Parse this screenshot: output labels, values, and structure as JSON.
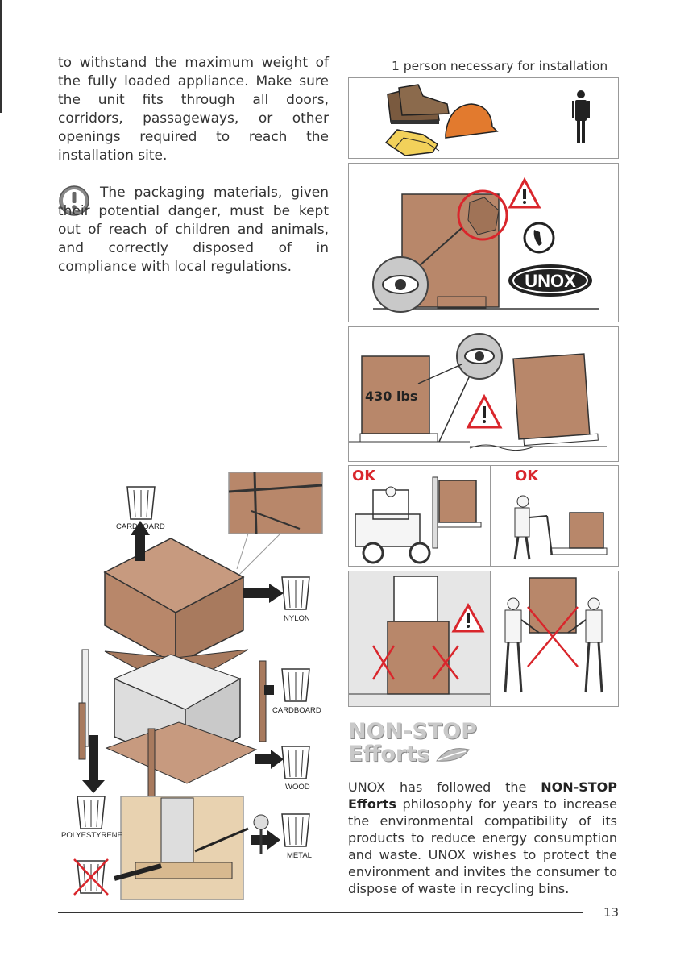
{
  "left_column": {
    "para1": "to withstand the maximum weight of the fully loaded appliance. Make sure the unit fits through all doors, corridors, passageways, or other openings required to reach the installation site.",
    "warning_text": "The packaging materials, given their potential danger, must be kept out of reach of children and animals, and correctly disposed of in compliance with local regulations."
  },
  "right_column": {
    "caption": "1 person necessary for installation",
    "weight_label": "430 lbs",
    "ok1": "OK",
    "ok2": "OK",
    "brand_logo": "UNOX",
    "nonstop_line1": "NON-STOP",
    "nonstop_line2": "Efforts",
    "para_pre": "UNOX has followed the ",
    "para_bold1": "NON-STOP",
    "para_bold2": "Efforts",
    "para_post": " philosophy for years to increase the environmental compatibility of its products to reduce energy consumption and waste. UNOX wishes to protect the environment and invites the consumer to dispose of waste in recycling bins."
  },
  "disposal_labels": {
    "cardboard_top": "CARDBOARD",
    "nylon": "NYLON",
    "cardboard_side": "CARDBOARD",
    "wood": "WOOD",
    "polystyrene": "POLYESTYRENE",
    "metal": "METAL"
  },
  "page_number": "13",
  "colors": {
    "box": "#b8876a",
    "box_dark": "#9c6e53",
    "red": "#d9262c",
    "gray_text": "#333333"
  }
}
